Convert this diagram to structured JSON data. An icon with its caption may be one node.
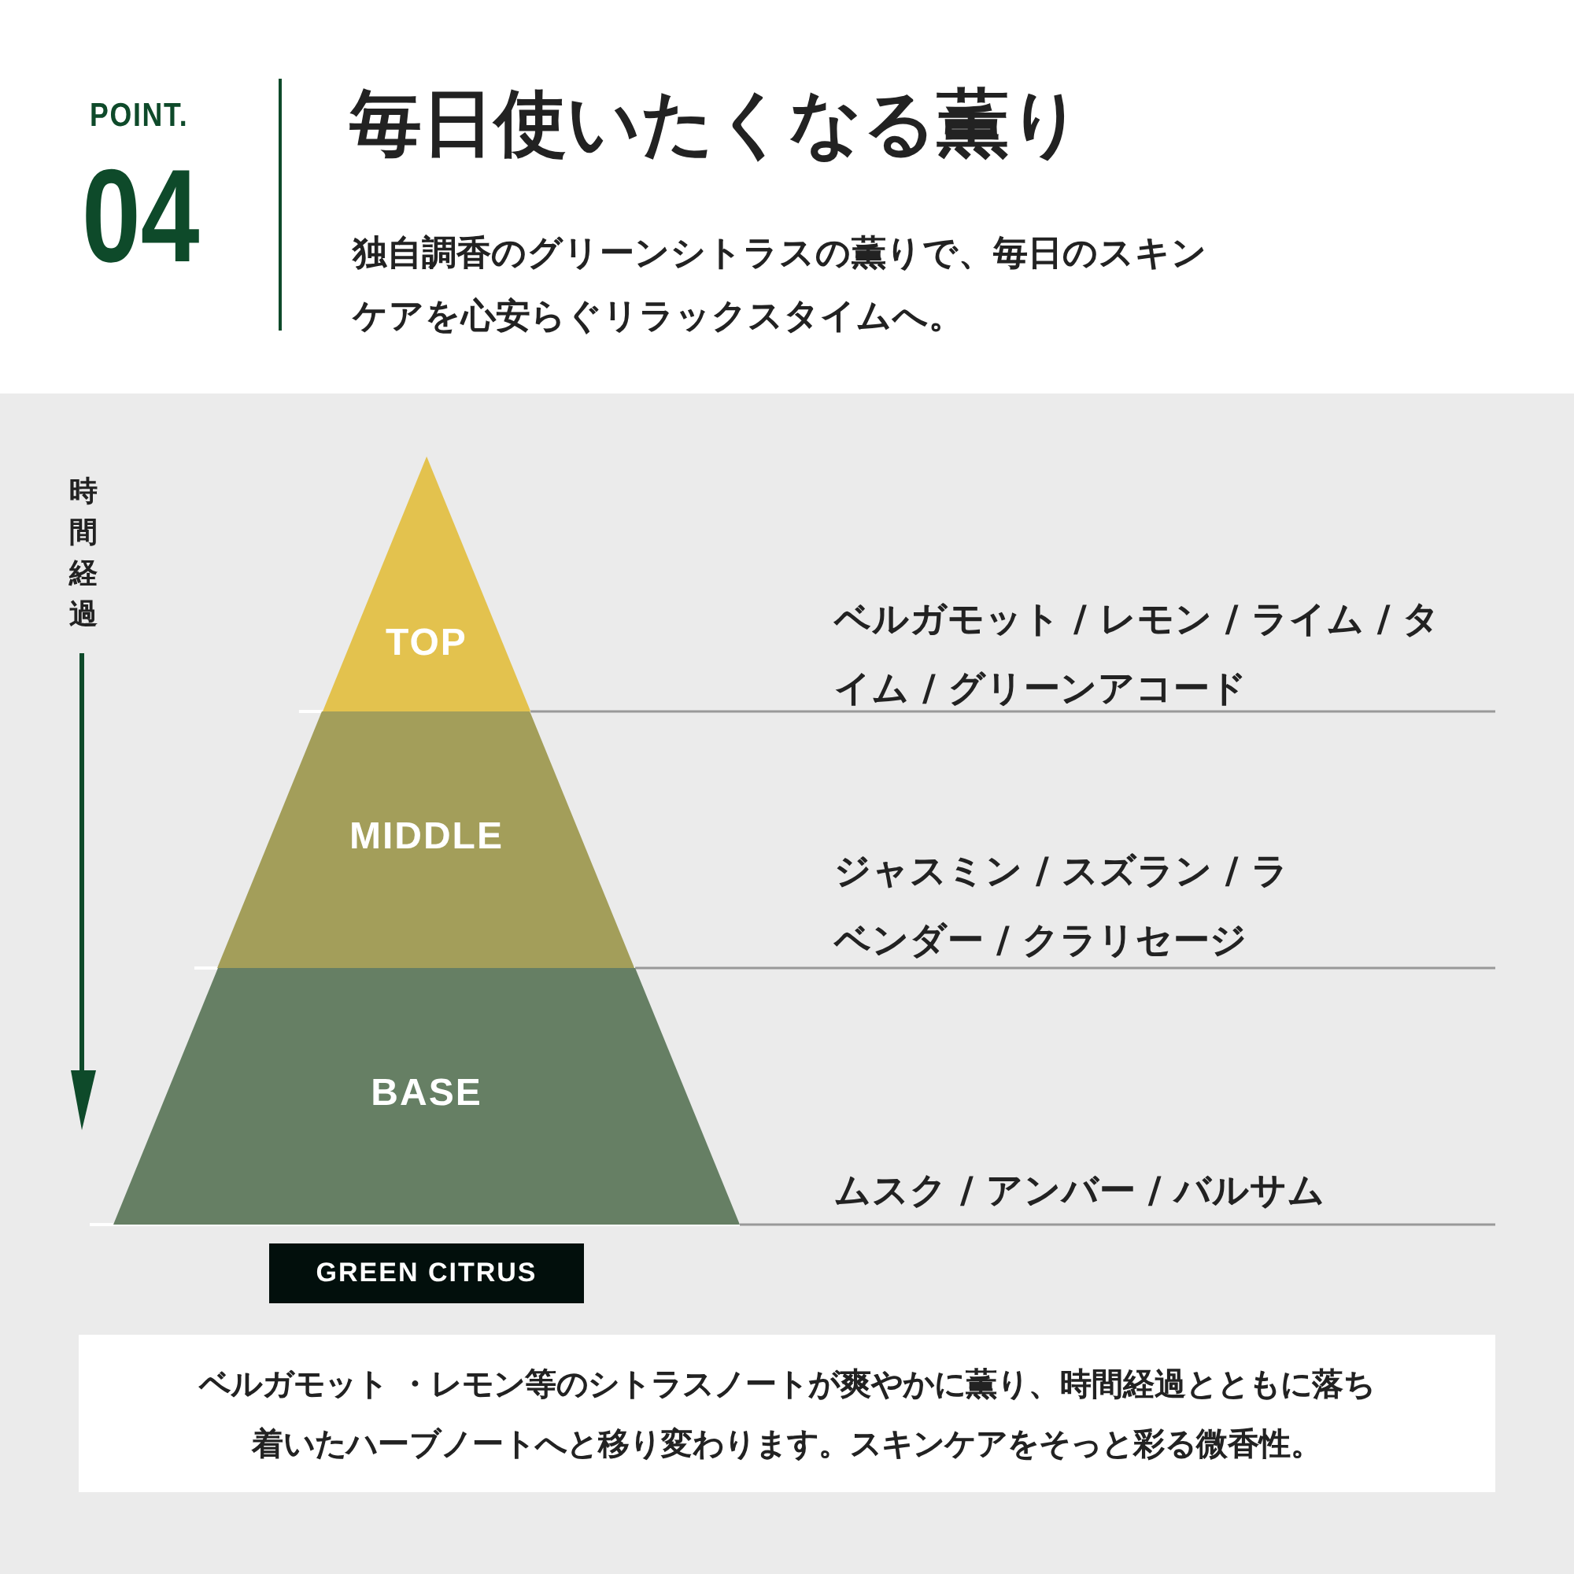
{
  "diagram": {
    "title": "毎日使いたくなる薫り",
    "nodes": [
      {
        "text": [
          "TOP"
        ]
      },
      {
        "text": [
          "MIDDLE"
        ]
      },
      {
        "text": [
          "BASE"
        ]
      },
      {
        "text": [
          "GREEN CITRUS"
        ]
      },
      {
        "text": [
          "ベルガモット ・レモン等のシトラスノートが爽やかに薫り、時間経過とともに落ち着いたハーブノートへと移り変わります。スキンケアをそっと彩る微香性。"
        ]
      }
    ],
    "edges": [],
    "labels": [
      "POINT.",
      "04",
      "独自調香のグリーンシトラスの薫りで、毎日のスキンケアを心安らぐリラックスタイムへ。",
      "時間経過",
      "ベルガモット / レモン / ライム / タイム / グリーンアコード",
      "ジャスミン / スズラン / ラベンダー / クラリセージ",
      "ムスク / アンバー / バルサム"
    ]
  }
}
